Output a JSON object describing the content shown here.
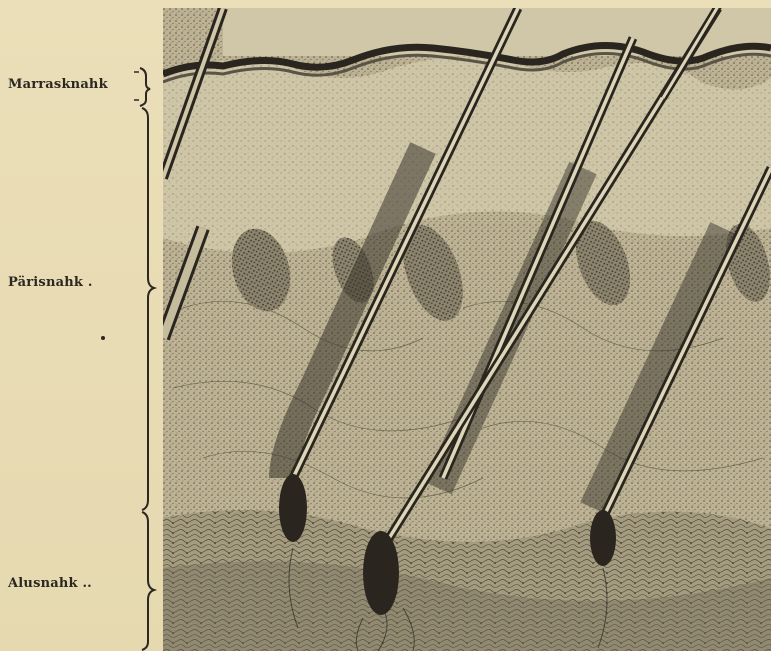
{
  "labels": {
    "epidermis": "Marrasknahk",
    "dermis": "Pärisnahk",
    "subcutis": "Alusnahk"
  },
  "colors": {
    "paper": "#e9ddb6",
    "ink": "#2b2822",
    "tissue_light": "#c9bfa2",
    "tissue_dark": "#3a352c"
  }
}
